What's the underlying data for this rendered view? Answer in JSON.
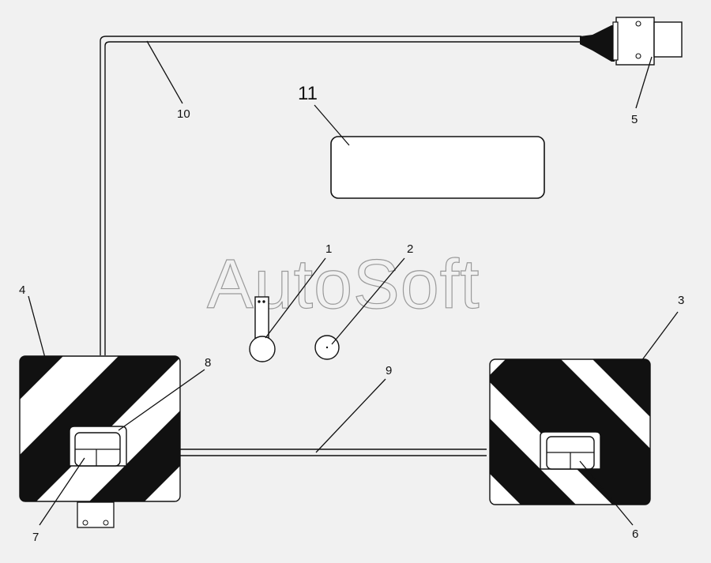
{
  "watermark": "AutoSoft",
  "callouts": {
    "c1": "1",
    "c2": "2",
    "c3": "3",
    "c4": "4",
    "c5": "5",
    "c6": "6",
    "c7": "7",
    "c8": "8",
    "c9": "9",
    "c10": "10",
    "c11": "11"
  },
  "colors": {
    "background": "#f1f1f1",
    "line": "#111111",
    "stripe": "#111111",
    "plate": "#ffffff",
    "watermark": "#9a9a9a"
  }
}
